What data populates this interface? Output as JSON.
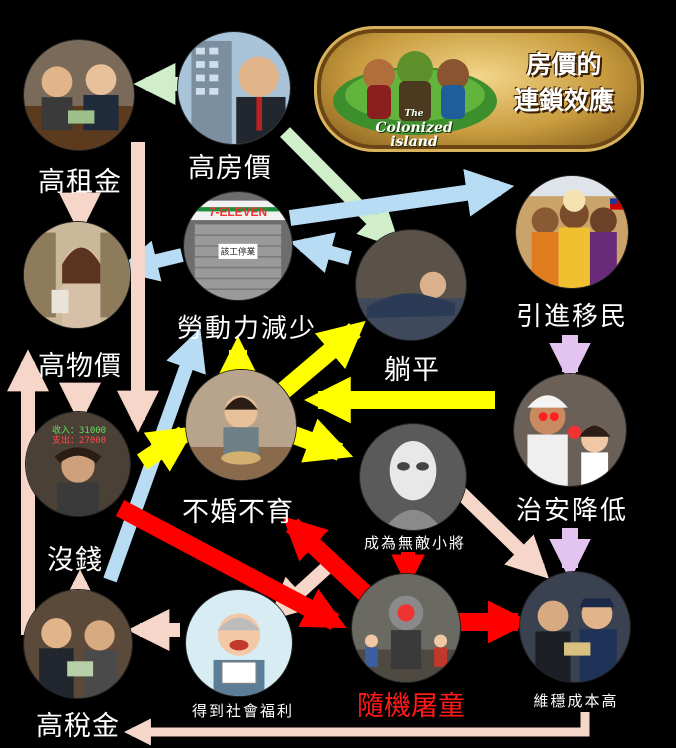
{
  "banner": {
    "title_line1": "房價的",
    "title_line2": "連鎖效應",
    "island_line1": "The",
    "island_line2": "Colonized",
    "island_line3": "island"
  },
  "nodes": {
    "high_rent": "高租金",
    "high_house_price": "高房價",
    "high_prices": "高物價",
    "labor_decrease": "勞動力減少",
    "lying_flat": "躺平",
    "import_immigrants": "引進移民",
    "no_money": "沒錢",
    "no_marriage": "不婚不育",
    "invincible_kid": "成為無敵小將",
    "security_decline": "治安降低",
    "high_tax": "高稅金",
    "social_welfare": "得到社會福利",
    "random_killing": "隨機屠童",
    "stability_cost": "維穩成本高"
  },
  "store_sign": "7-ELEVEN",
  "closed_sign": "該工停業",
  "salary": {
    "income": "收入：31000",
    "expense": "支出：27000"
  },
  "colors": {
    "pale_green": "#cfeec9",
    "pale_blue": "#b9dcf5",
    "pale_pink": "#f6d6c8",
    "yellow": "#ffff00",
    "red": "#ff0000",
    "lavender": "#e3c3f0",
    "background": "#000000"
  }
}
